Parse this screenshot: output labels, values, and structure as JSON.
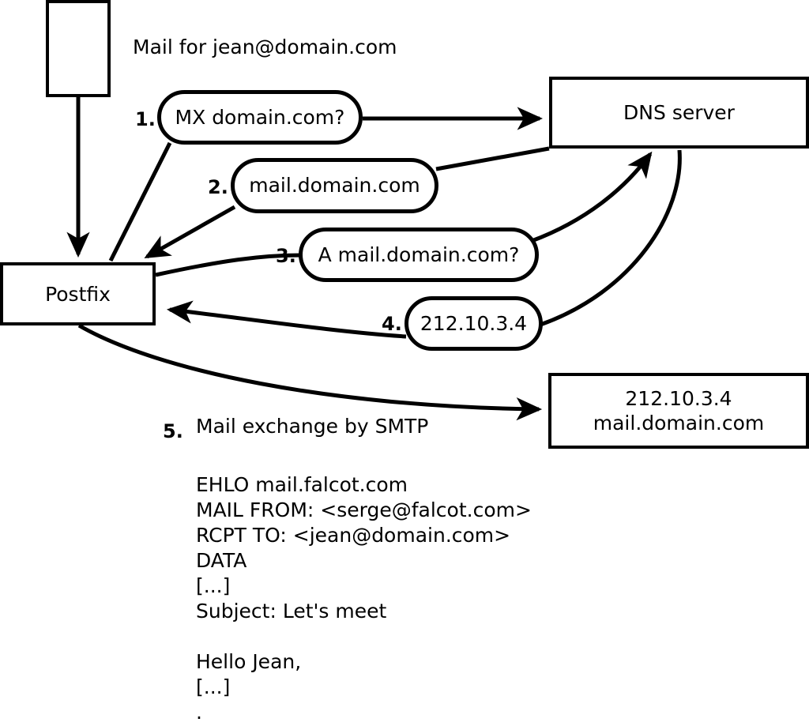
{
  "diagram": {
    "title_text": "Mail for jean@domain.com",
    "nodes": {
      "sender_client": {
        "label": ""
      },
      "postfix": {
        "label": "Postfix"
      },
      "dns_server": {
        "label": "DNS server"
      },
      "target_server": {
        "line1": "212.10.3.4",
        "line2": "mail.domain.com"
      }
    },
    "steps": [
      {
        "num": "1.",
        "label": "MX domain.com?"
      },
      {
        "num": "2.",
        "label": "mail.domain.com"
      },
      {
        "num": "3.",
        "label": "A mail.domain.com?"
      },
      {
        "num": "4.",
        "label": "212.10.3.4"
      },
      {
        "num": "5.",
        "label": "Mail exchange by SMTP"
      }
    ],
    "smtp_transcript": [
      "EHLO mail.falcot.com",
      "MAIL FROM: <serge@falcot.com>",
      "RCPT TO: <jean@domain.com>",
      "DATA",
      "[...]",
      "Subject: Let's meet",
      "",
      "Hello Jean,",
      "[...]",
      "."
    ],
    "colors": {
      "stroke": "#000000",
      "background": "#ffffff"
    }
  }
}
